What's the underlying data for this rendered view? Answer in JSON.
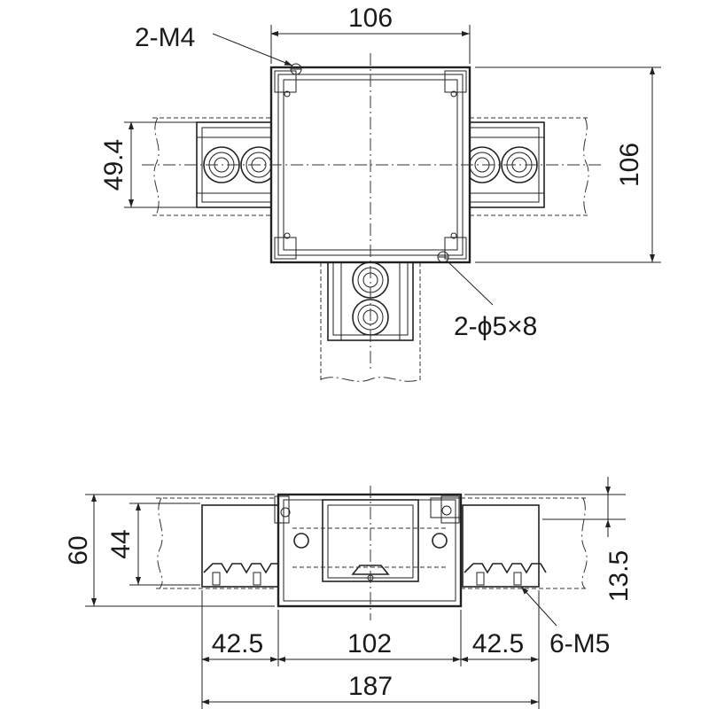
{
  "dimensions": {
    "top_width": "106",
    "right_height": "106",
    "left_height": "49.4",
    "screw_top": "2-M4",
    "hole_spec": "2-ϕ5×8",
    "front_height_total": "60",
    "front_height_inner": "44",
    "front_top_offset": "13.5",
    "side_left": "42.5",
    "center_width": "102",
    "side_right": "42.5",
    "total_width": "187",
    "screw_bottom": "6-M5"
  }
}
